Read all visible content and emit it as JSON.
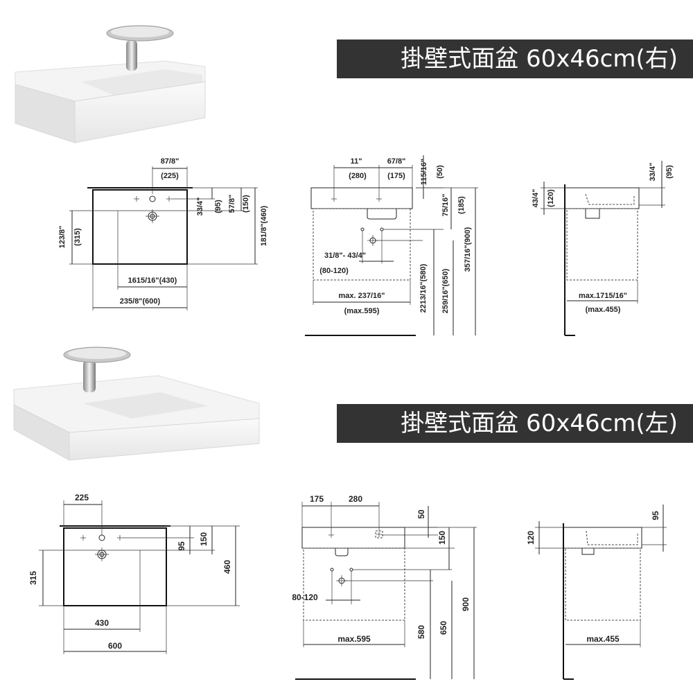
{
  "right_basin": {
    "title": "掛壁式面盆 60x46cm(右)",
    "top_view": {
      "top_dim": "87/8\"",
      "top_dim_mm": "(225)",
      "left_dim": "123/8\"",
      "left_dim_mm": "(315)",
      "d95": "33/4\"",
      "d95_mm": "(95)",
      "d150": "57/8\"",
      "d150_mm": "(150)",
      "d460": "181/8\"(460)",
      "inner_width": "1615/16\"(430)",
      "outer_width": "235/8\"(600)"
    },
    "front_view": {
      "d280": "11\"",
      "d280_mm": "(280)",
      "d175": "67/8\"",
      "d175_mm": "(175)",
      "d50": "115/16\"",
      "d50_mm": "(50)",
      "d185": "75/16\"",
      "d185_mm": "(185)",
      "range": "31/8\"- 43/4\"",
      "range_mm": "(80-120)",
      "maxw": "max. 237/16\"",
      "maxw_mm": "(max.595)",
      "h580": "2213/16\"(580)",
      "h650": "259/16\"(650)",
      "h900": "357/16\"(900)"
    },
    "side_view": {
      "d95": "33/4\"",
      "d95_mm": "(95)",
      "d120": "43/4\"",
      "d120_mm": "(120)",
      "maxd": "max.1715/16\"",
      "maxd_mm": "(max.455)"
    }
  },
  "left_basin": {
    "title": "掛壁式面盆 60x46cm(左)",
    "top_view": {
      "d225": "225",
      "d315": "315",
      "d95": "95",
      "d150": "150",
      "d460": "460",
      "d430": "430",
      "d600": "600"
    },
    "front_view": {
      "d175": "175",
      "d280": "280",
      "d50": "50",
      "d150": "150",
      "range": "80-120",
      "maxw": "max.595",
      "h580": "580",
      "h650": "650",
      "h900": "900"
    },
    "side_view": {
      "d95": "95",
      "d120": "120",
      "maxd": "max.455"
    }
  },
  "colors": {
    "banner_bg": "#333333",
    "banner_text": "#ffffff"
  }
}
